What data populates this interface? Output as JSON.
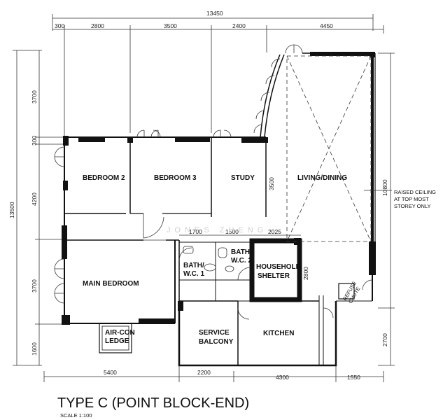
{
  "title": "TYPE C (POINT BLOCK-END)",
  "scale": "SCALE  1:100",
  "watermark": "JONES ZHENG",
  "rooms": {
    "bedroom2": "BEDROOM 2",
    "bedroom3": "BEDROOM 3",
    "study": "STUDY",
    "living": "LIVING/DINING",
    "main_bedroom": "MAIN BEDROOM",
    "bath1_a": "BATH/",
    "bath1_b": "W.C. 1",
    "bath2_a": "BATH/",
    "bath2_b": "W.C. 2",
    "shelter_a": "HOUSEHOLD",
    "shelter_b": "SHELTER",
    "aircon_a": "AIR-CON",
    "aircon_b": "LEDGE",
    "service_a": "SERVICE",
    "service_b": "BALCONY",
    "kitchen": "KITCHEN",
    "refuse_a": "REFUSE",
    "refuse_b": "CHUTE"
  },
  "note": [
    "RAISED CEILING",
    "AT TOP MOST",
    "STOREY ONLY"
  ],
  "dimensions": {
    "top_total": "13450",
    "top_300": "300",
    "top_2800": "2800",
    "top_3500": "3500",
    "top_2400": "2400",
    "top_4450": "4450",
    "left_total": "13500",
    "left_3700a": "3700",
    "left_300": "300",
    "left_4200": "4200",
    "left_3700b": "3700",
    "left_1600": "1600",
    "right_10800": "10800",
    "right_2700": "2700",
    "bottom_5400": "5400",
    "bottom_2200": "2200",
    "bottom_4300": "4300",
    "bottom_1550": "1550",
    "mid_1700": "1700",
    "mid_1500": "1500",
    "mid_2025": "2025",
    "study_3500": "3500",
    "shelter_2800": "2800"
  }
}
